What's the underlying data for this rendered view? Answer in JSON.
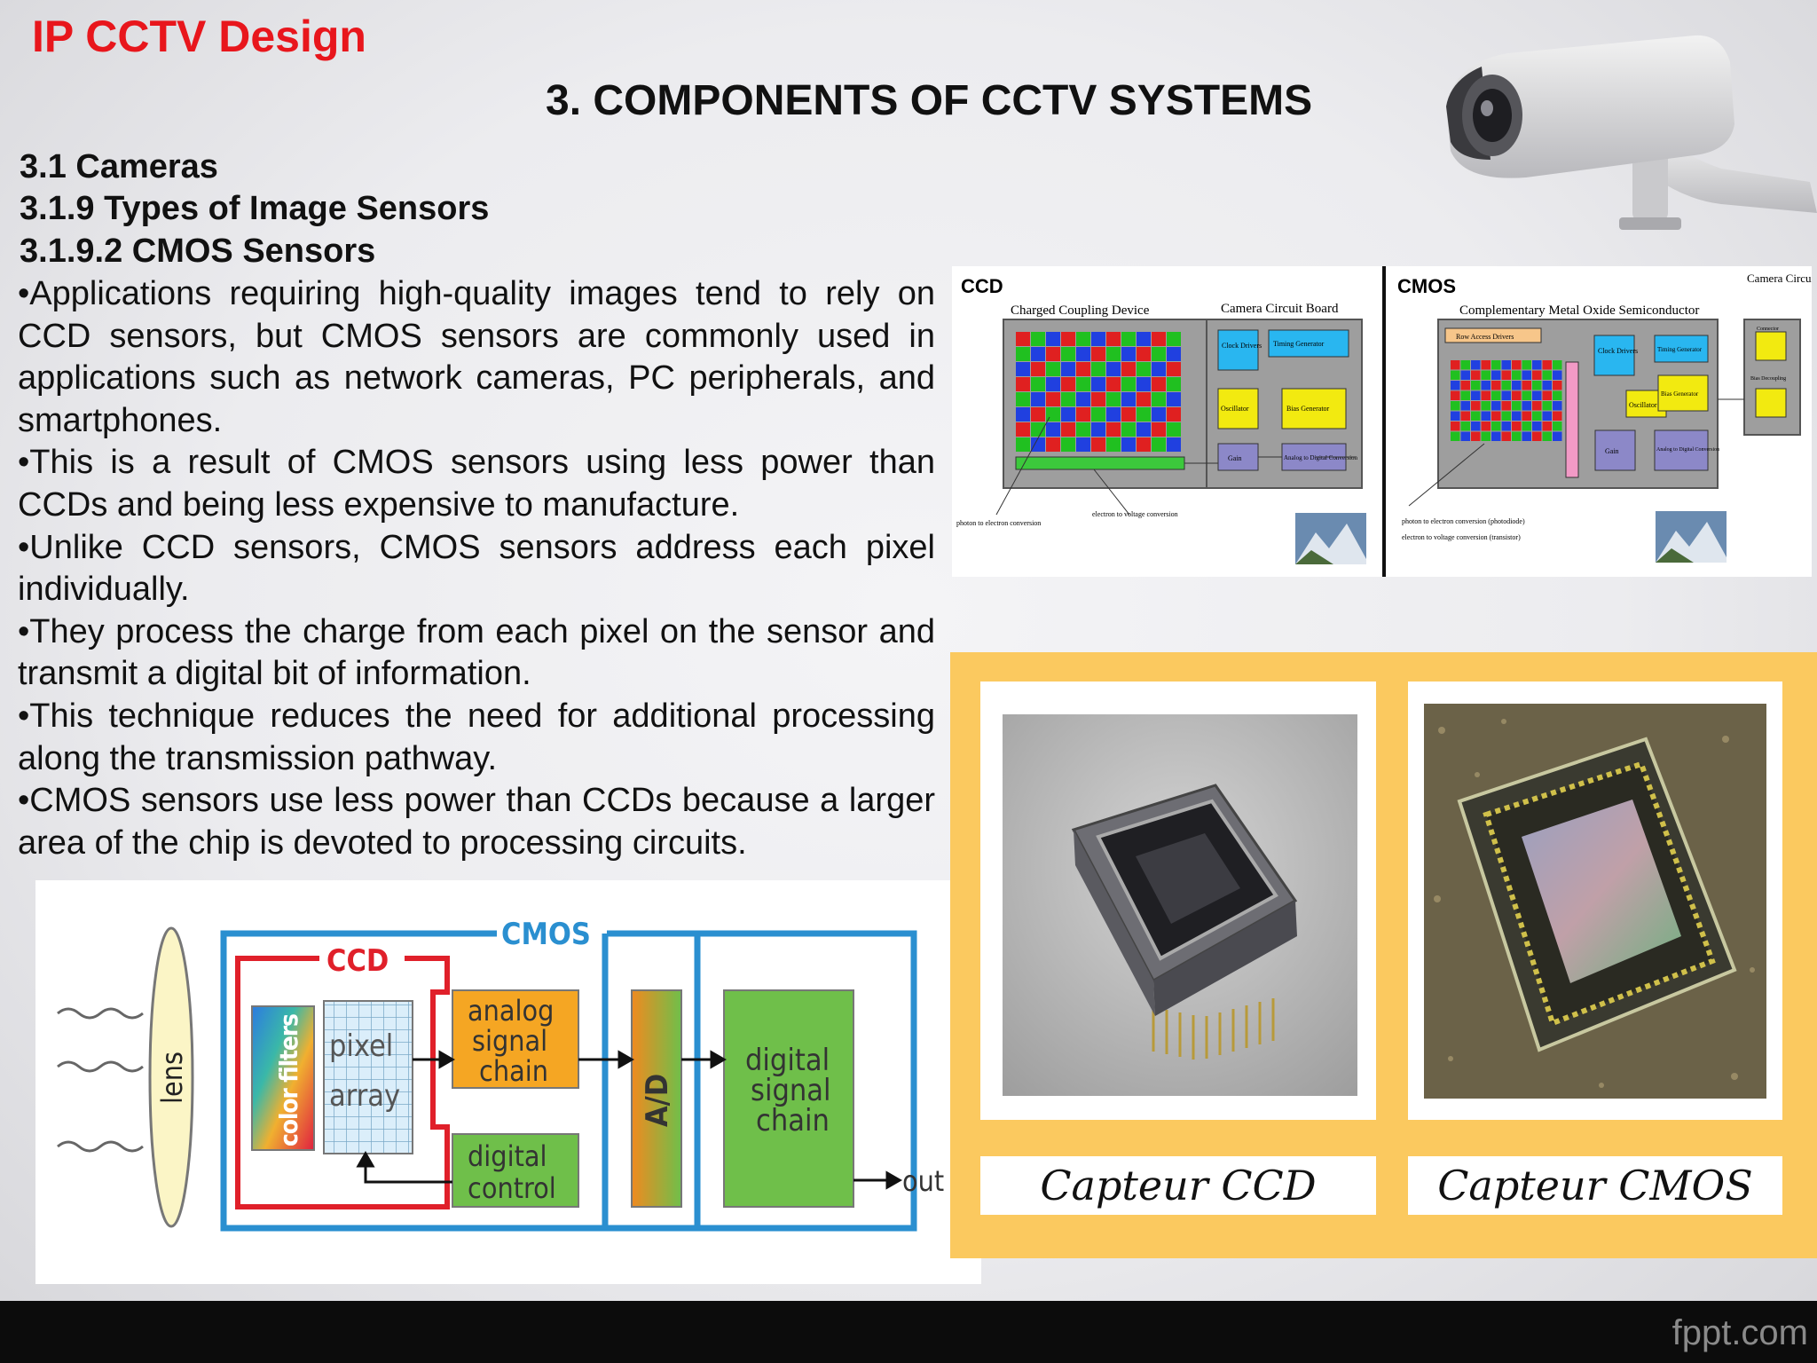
{
  "header": {
    "brand": "IP CCTV Design",
    "title": "3. COMPONENTS OF CCTV SYSTEMS"
  },
  "headings": [
    "3.1 Cameras",
    "3.1.9 Types of Image Sensors",
    "3.1.9.2 CMOS Sensors"
  ],
  "bullets": [
    "•Applications requiring high-quality images tend to rely on CCD sensors, but CMOS sensors are commonly used in applications such as network cameras, PC peripherals, and smartphones.",
    "•This is a result of CMOS sensors using less power than CCDs and being less expensive to manufacture.",
    "•Unlike CCD sensors, CMOS sensors address each pixel individually.",
    "•They process the charge from each pixel on the sensor and transmit a digital bit of information.",
    "•This technique reduces the need for additional processing along the transmission pathway.",
    "•CMOS sensors use less power than CCDs because a larger area of the chip is devoted to processing circuits."
  ],
  "sensor_diagram": {
    "ccd": {
      "tag": "CCD",
      "device": "Charged Coupling Device",
      "board": "Camera Circuit Board",
      "blocks": [
        "Clock Drivers",
        "Timing Generator",
        "Oscillator",
        "Bias Generator",
        "Gain",
        "Analog to Digital Conversion"
      ],
      "notes": [
        "photon to electron conversion",
        "electron to voltage conversion"
      ]
    },
    "cmos": {
      "tag": "CMOS",
      "device": "Complementary Metal Oxide Semiconductor",
      "board": "Camera Circuit Board",
      "blocks": [
        "Row Access Drivers",
        "Clock Drivers",
        "Timing Generator",
        "Oscillator",
        "Bias Generator",
        "Gain",
        "Analog to Digital Conversion",
        "Connector",
        "Bias Decoupling"
      ],
      "notes": [
        "photon to electron conversion (photodiode)",
        "electron to voltage conversion (transistor)"
      ]
    }
  },
  "block_diagram": {
    "cmos": "CMOS",
    "ccd": "CCD",
    "lens": "lens",
    "filters": "color filters",
    "pixel": "pixel",
    "array": "array",
    "analog": [
      "analog",
      "signal",
      "chain"
    ],
    "digital_control": [
      "digital",
      "control"
    ],
    "ad": "A/D",
    "digital_signal": [
      "digital",
      "signal",
      "chain"
    ],
    "out": "out"
  },
  "photos": {
    "ccd_caption": "Capteur CCD",
    "cmos_caption": "Capteur CMOS"
  },
  "footer": {
    "site": "fppt.com"
  },
  "colors": {
    "brand_red": "#e8161c",
    "photo_panel": "#fbc95f"
  }
}
